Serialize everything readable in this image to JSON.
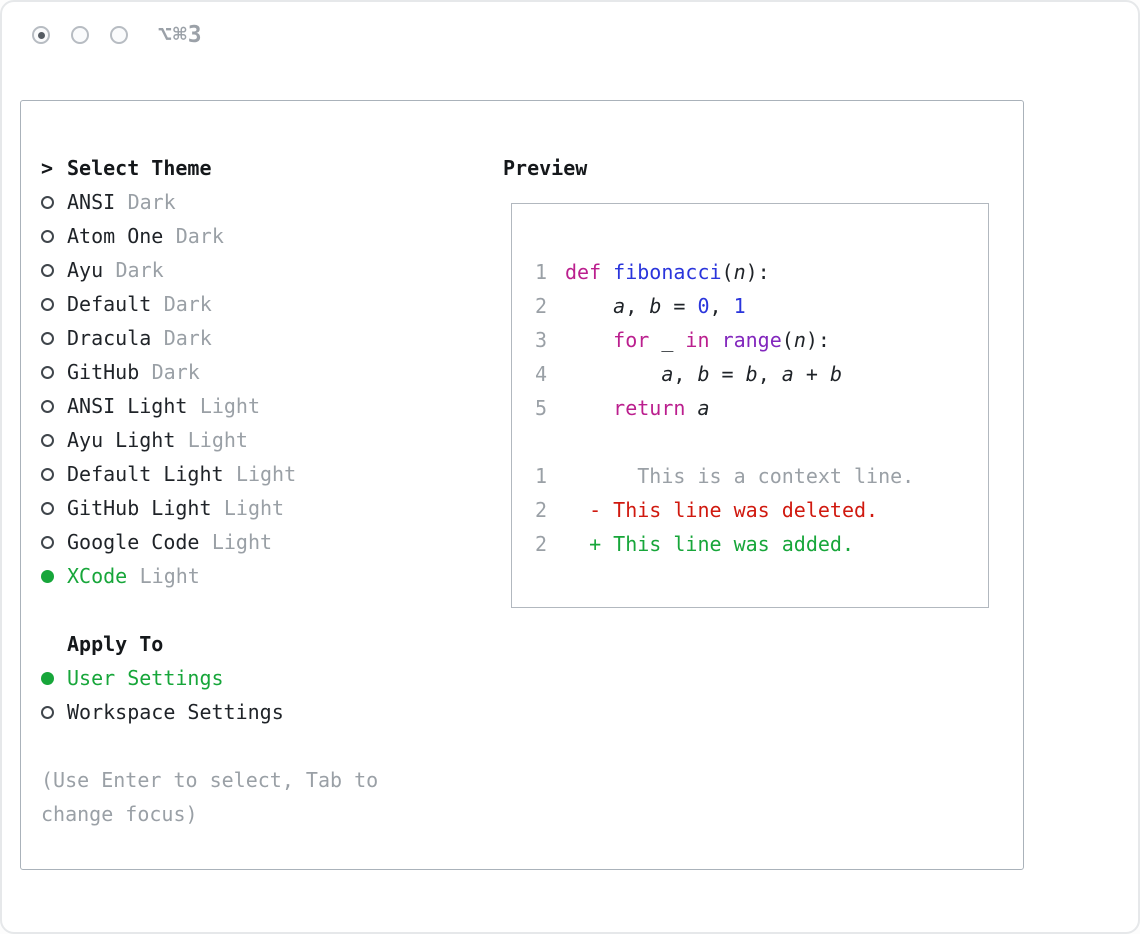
{
  "titlebar": {
    "shortcut": "⌥⌘3"
  },
  "theme_selector": {
    "prompt": ">",
    "title": "Select Theme",
    "items": [
      {
        "name": "ANSI",
        "variant": "Dark",
        "selected": false
      },
      {
        "name": "Atom One",
        "variant": "Dark",
        "selected": false
      },
      {
        "name": "Ayu",
        "variant": "Dark",
        "selected": false
      },
      {
        "name": "Default",
        "variant": "Dark",
        "selected": false
      },
      {
        "name": "Dracula",
        "variant": "Dark",
        "selected": false
      },
      {
        "name": "GitHub",
        "variant": "Dark",
        "selected": false
      },
      {
        "name": "ANSI Light",
        "variant": "Light",
        "selected": false
      },
      {
        "name": "Ayu Light",
        "variant": "Light",
        "selected": false
      },
      {
        "name": "Default Light",
        "variant": "Light",
        "selected": false
      },
      {
        "name": "GitHub Light",
        "variant": "Light",
        "selected": false
      },
      {
        "name": "Google Code",
        "variant": "Light",
        "selected": false
      },
      {
        "name": "XCode",
        "variant": "Light",
        "selected": true
      }
    ],
    "apply_to": {
      "title": "Apply To",
      "options": [
        {
          "label": "User Settings",
          "selected": true
        },
        {
          "label": "Workspace Settings",
          "selected": false
        }
      ]
    },
    "hint": "(Use Enter to select, Tab to change focus)"
  },
  "preview": {
    "title": "Preview",
    "code_lines": [
      {
        "num": "1",
        "tokens": [
          {
            "t": "def",
            "c": "kw"
          },
          {
            "t": " ",
            "c": "pl"
          },
          {
            "t": "fibonacci",
            "c": "fn"
          },
          {
            "t": "(",
            "c": "pl"
          },
          {
            "t": "n",
            "c": "var"
          },
          {
            "t": "):",
            "c": "pl"
          }
        ]
      },
      {
        "num": "2",
        "tokens": [
          {
            "t": "    ",
            "c": "pl"
          },
          {
            "t": "a",
            "c": "var"
          },
          {
            "t": ", ",
            "c": "pl"
          },
          {
            "t": "b",
            "c": "var"
          },
          {
            "t": " = ",
            "c": "pl"
          },
          {
            "t": "0",
            "c": "num"
          },
          {
            "t": ", ",
            "c": "pl"
          },
          {
            "t": "1",
            "c": "num"
          }
        ]
      },
      {
        "num": "3",
        "tokens": [
          {
            "t": "    ",
            "c": "pl"
          },
          {
            "t": "for",
            "c": "kw"
          },
          {
            "t": " _ ",
            "c": "pl"
          },
          {
            "t": "in",
            "c": "kw"
          },
          {
            "t": " ",
            "c": "pl"
          },
          {
            "t": "range",
            "c": "type"
          },
          {
            "t": "(",
            "c": "pl"
          },
          {
            "t": "n",
            "c": "var"
          },
          {
            "t": "):",
            "c": "pl"
          }
        ]
      },
      {
        "num": "4",
        "tokens": [
          {
            "t": "        ",
            "c": "pl"
          },
          {
            "t": "a",
            "c": "var"
          },
          {
            "t": ", ",
            "c": "pl"
          },
          {
            "t": "b",
            "c": "var"
          },
          {
            "t": " = ",
            "c": "pl"
          },
          {
            "t": "b",
            "c": "var"
          },
          {
            "t": ", ",
            "c": "pl"
          },
          {
            "t": "a",
            "c": "var"
          },
          {
            "t": " + ",
            "c": "pl"
          },
          {
            "t": "b",
            "c": "var"
          }
        ]
      },
      {
        "num": "5",
        "tokens": [
          {
            "t": "    ",
            "c": "pl"
          },
          {
            "t": "return",
            "c": "kw"
          },
          {
            "t": " ",
            "c": "pl"
          },
          {
            "t": "a",
            "c": "var"
          }
        ]
      }
    ],
    "diff_lines": [
      {
        "num": "1",
        "text": "      This is a context line.",
        "c": "ctx"
      },
      {
        "num": "2",
        "text": "  - This line was deleted.",
        "c": "del"
      },
      {
        "num": "2",
        "text": "  + This line was added.",
        "c": "add"
      }
    ]
  },
  "colors": {
    "accent-green": "#17a63a",
    "keyword-magenta": "#bb1f8e",
    "function-blue": "#2a35dc",
    "type-purple": "#8227bd",
    "deleted-red": "#d0190f",
    "muted-gray": "#9aa0a6",
    "text-dark": "#1f2328"
  }
}
